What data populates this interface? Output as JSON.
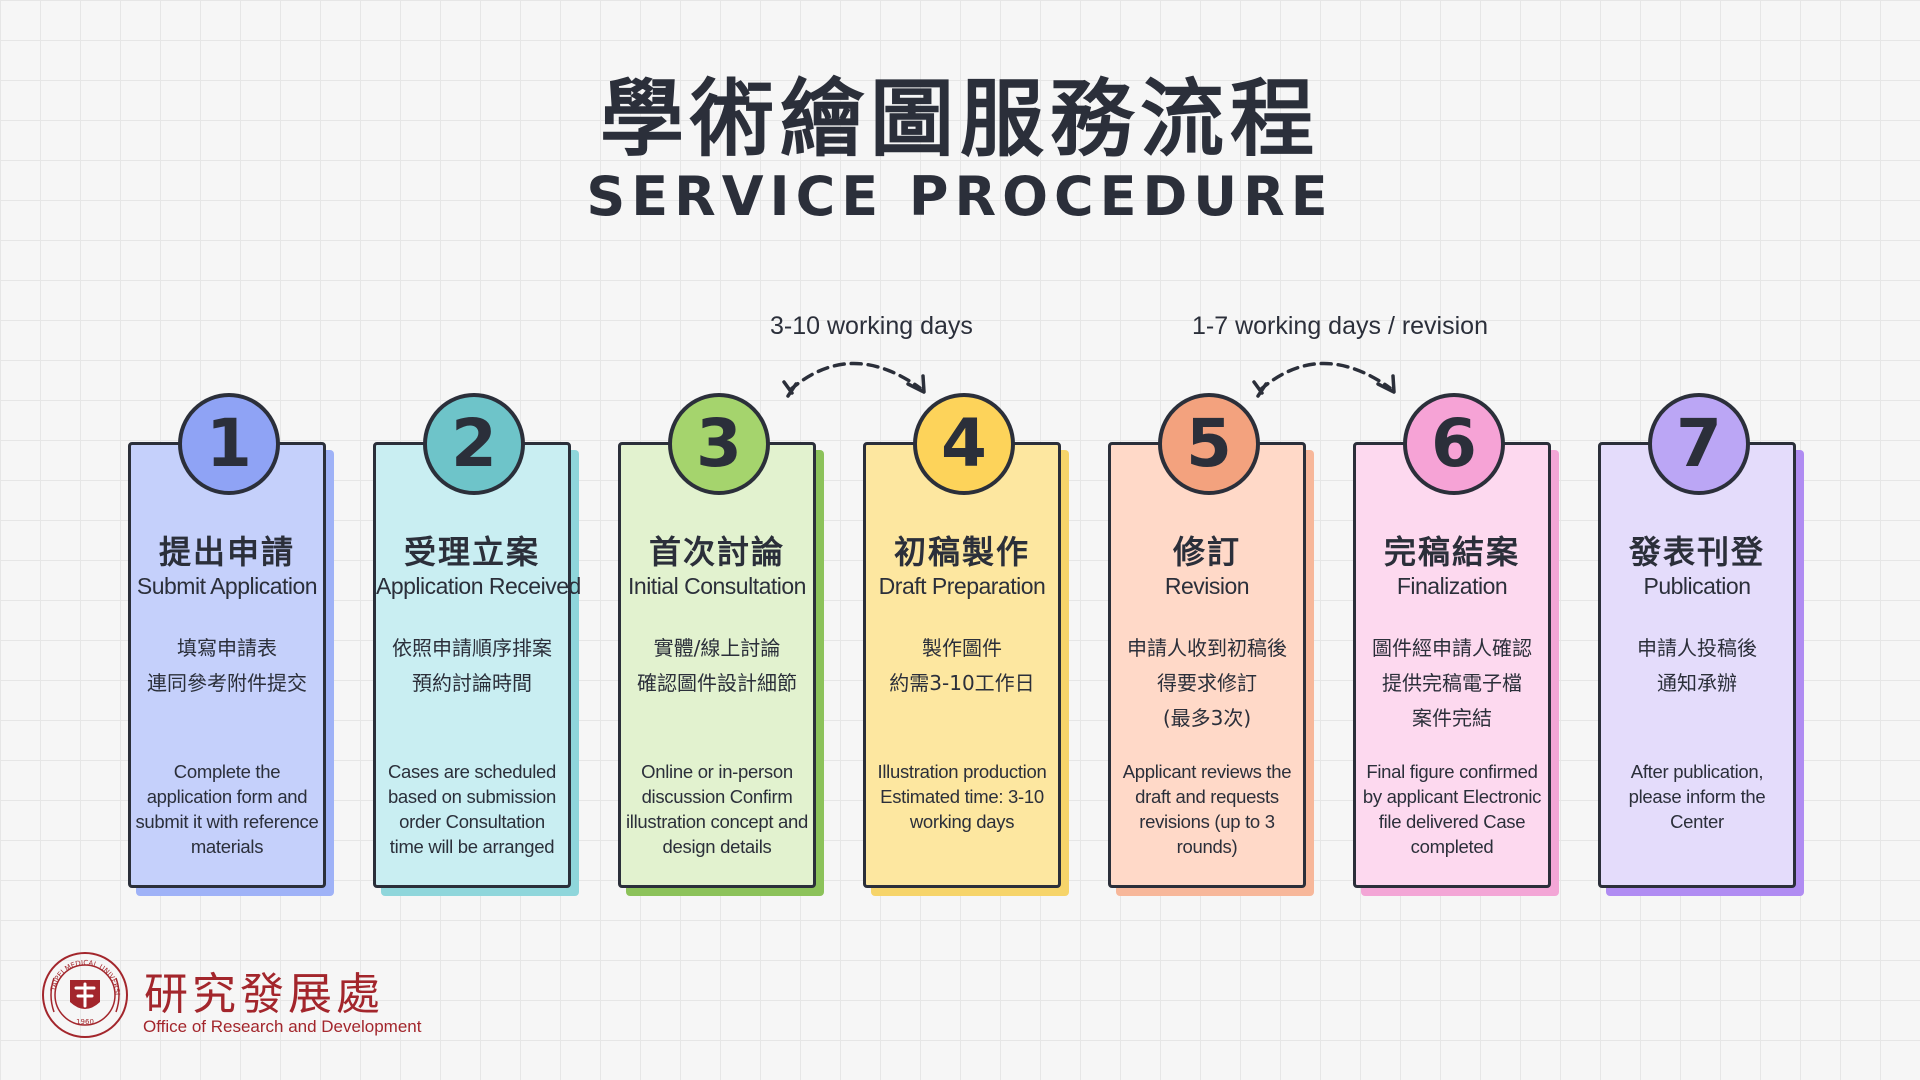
{
  "title": {
    "zh": "學術繪圖服務流程",
    "en": "SERVICE PROCEDURE"
  },
  "durations": [
    {
      "label": "3-10 working days",
      "between_steps": [
        3,
        4
      ]
    },
    {
      "label": "1-7 working days / revision",
      "between_steps": [
        5,
        6
      ]
    }
  ],
  "steps": [
    {
      "number": "1",
      "zh": "提出申請",
      "en": "Submit Application",
      "desc_zh": [
        "填寫申請表",
        "連同參考附件提交"
      ],
      "desc_en": "Complete the application form and submit it with reference materials",
      "color": "#c5d0fb",
      "accent": "#8fa3f5",
      "shadow": "#9fb2f7"
    },
    {
      "number": "2",
      "zh": "受理立案",
      "en": "Application Received",
      "desc_zh": [
        "依照申請順序排案",
        "預約討論時間"
      ],
      "desc_en": "Cases are scheduled based on submission order Consultation time will be arranged",
      "color": "#c9eef2",
      "accent": "#6ec4c9",
      "shadow": "#8fd6db"
    },
    {
      "number": "3",
      "zh": "首次討論",
      "en": "Initial Consultation",
      "desc_zh": [
        "實體/線上討論",
        "確認圖件設計細節"
      ],
      "desc_en": "Online or in-person discussion Confirm illustration concept and design details",
      "color": "#e2f2cf",
      "accent": "#a5d46d",
      "shadow": "#8cc25a"
    },
    {
      "number": "4",
      "zh": "初稿製作",
      "en": "Draft Preparation",
      "desc_zh": [
        "製作圖件",
        "約需3-10工作日"
      ],
      "desc_en": "Illustration production Estimated time: 3-10 working days",
      "color": "#fde7a0",
      "accent": "#fdd35a",
      "shadow": "#f6d46a"
    },
    {
      "number": "5",
      "zh": "修訂",
      "en": "Revision",
      "desc_zh": [
        "申請人收到初稿後",
        "得要求修訂",
        "(最多3次)"
      ],
      "desc_en": "Applicant reviews the draft and requests revisions (up to 3 rounds)",
      "color": "#ffd9c8",
      "accent": "#f3a27e",
      "shadow": "#f7b79a"
    },
    {
      "number": "6",
      "zh": "完稿結案",
      "en": "Finalization",
      "desc_zh": [
        "圖件經申請人確認",
        "提供完稿電子檔",
        "案件完結"
      ],
      "desc_en": "Final figure confirmed by applicant Electronic file delivered Case completed",
      "color": "#fdd9ef",
      "accent": "#f6a3d6",
      "shadow": "#f3a6d6"
    },
    {
      "number": "7",
      "zh": "發表刊登",
      "en": "Publication",
      "desc_zh": [
        "申請人投稿後",
        "通知承辦"
      ],
      "desc_en": "After publication, please inform the Center",
      "color": "#e4dcfb",
      "accent": "#bba6f5",
      "shadow": "#b08cf2"
    }
  ],
  "org": {
    "zh": "研究發展處",
    "en": "Office of Research and Development",
    "color": "#a3262c"
  },
  "logo": {
    "icon": "taipei-medical-university-seal-icon",
    "ring_text": "TAIPEI MEDICAL UNIVERSITY",
    "year": "1960"
  }
}
